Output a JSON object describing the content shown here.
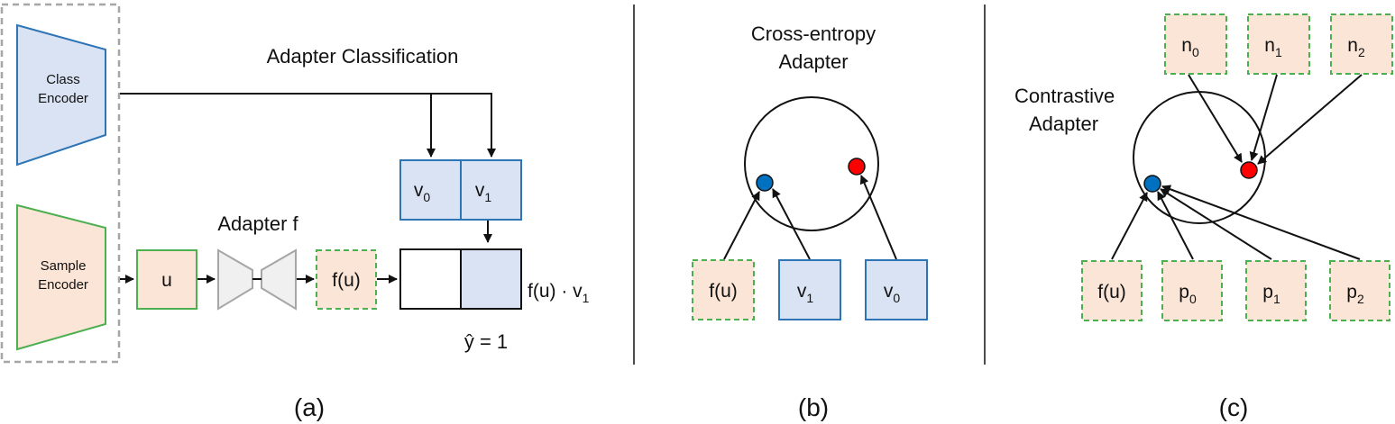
{
  "panel_a": {
    "title": "Adapter Classification",
    "class_encoder": [
      "Class",
      "Encoder"
    ],
    "sample_encoder": [
      "Sample",
      "Encoder"
    ],
    "u_label": "u",
    "adapter_label": "Adapter f",
    "fu_label": "f(u)",
    "v0": {
      "base": "v",
      "sub": "0"
    },
    "v1": {
      "base": "v",
      "sub": "1"
    },
    "product": {
      "base": "f(u) · v",
      "sub": "1"
    },
    "prediction": "ŷ = 1",
    "caption": "(a)"
  },
  "panel_b": {
    "title": [
      "Cross-entropy",
      "Adapter"
    ],
    "fu_label": "f(u)",
    "v1": {
      "base": "v",
      "sub": "1"
    },
    "v0": {
      "base": "v",
      "sub": "0"
    },
    "caption": "(b)"
  },
  "panel_c": {
    "title": [
      "Contrastive",
      "Adapter"
    ],
    "negatives": [
      {
        "base": "n",
        "sub": "0"
      },
      {
        "base": "n",
        "sub": "1"
      },
      {
        "base": "n",
        "sub": "2"
      }
    ],
    "fu_label": "f(u)",
    "positives": [
      {
        "base": "p",
        "sub": "0"
      },
      {
        "base": "p",
        "sub": "1"
      },
      {
        "base": "p",
        "sub": "2"
      }
    ],
    "caption": "(c)"
  },
  "colors": {
    "encoder_blue_fill": "#dae3f3",
    "encoder_blue_stroke": "#2e75b6",
    "sample_fill": "#fbe5d6",
    "sample_stroke": "#4caf50",
    "dashed_green": "#4caf50",
    "adapter_gray": "#f0f0f0",
    "adapter_gray_stroke": "#a6a6a6",
    "point_blue": "#0070c0",
    "point_red": "#ff0000"
  }
}
